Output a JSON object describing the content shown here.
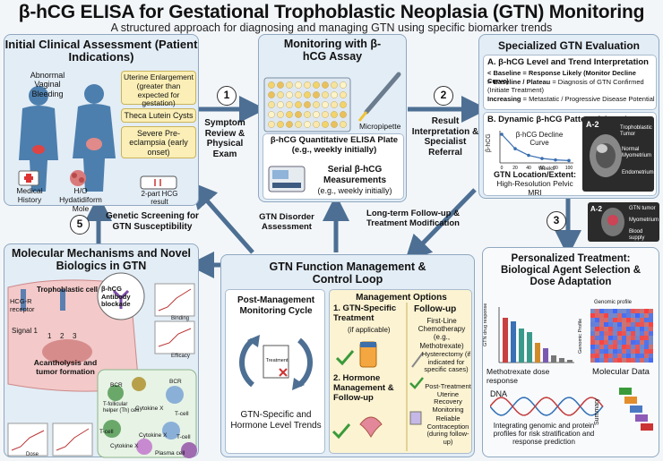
{
  "title": "β-hCG ELISA for Gestational Trophoblastic Neoplasia (GTN) Monitoring",
  "subtitle": "A structured approach for diagnosing and managing GTN using specific biomarker trends",
  "initial": {
    "title": "Initial Clinical Assessment (Patient Indications)",
    "abnormal_bleeding": "Abnormal Vaginal Bleeding",
    "uterine": "Uterine Enlargement (greater than expected for gestation)",
    "theca": "Theca Lutein Cysts",
    "preeclampsia": "Severe Pre-eclampsia (early onset)",
    "medical_history": "Medical History",
    "hydatidiform": "H/O Hydatidiform Mole",
    "hcg_result": "2-part HCG result"
  },
  "monitoring": {
    "title": "Monitoring with β-hCG Assay",
    "micropipette": "Micropipette",
    "plate": "β-hCG Quantitative ELISA Plate (e.g., weekly initially)",
    "serial_title": "Serial β-hCG Measurements",
    "serial_sub": "(e.g., weekly initially)"
  },
  "specialized": {
    "title": "Specialized GTN Evaluation",
    "a_title": "A. β-hCG Level and Trend Interpretation",
    "a_line1": "< Baseline = Response Likely (Monitor Decline Curve)",
    "a_line2_bold": "> Baseline / Plateau",
    "a_line2_rest": " = Diagnosis of GTN Confirmed (Initiate Treatment)",
    "a_line3_bold": "Increasing",
    "a_line3_rest": " = Metastatic / Progressive Disease Potential",
    "b_title": "B. Dynamic β-hCG Pattern & Imaging",
    "decline_curve": "β-hCG Decline Curve",
    "ylabel": "β-hCG",
    "xlabel": "Weeks",
    "ticks": [
      "0",
      "20",
      "40",
      "60",
      "80",
      "100"
    ],
    "location_title": "GTN Location/Extent:",
    "location_sub": "High-Resolution Pelvic MRI",
    "a2": "A-2",
    "a2b": "A-2",
    "troph_tumor": "Trophoblastic Tumor",
    "normal_myo": "Normal Myometrium",
    "endometrium": "Endometrium",
    "gtn_tumor": "GTN tumor",
    "myometrium": "Myometrium",
    "blood_supply": "Blood supply"
  },
  "steps": {
    "n1": "1",
    "n2": "2",
    "n3": "3",
    "n5": "5",
    "step1": "Symptom Review & Physical Exam",
    "step2": "Result Interpretation & Specialist Referral",
    "step5": "Genetic Screening for GTN Susceptibility",
    "disorder": "GTN Disorder Assessment",
    "followup": "Long-term Follow-up & Treatment Modification"
  },
  "molecular": {
    "title": "Molecular Mechanisms and Novel Biologics in GTN",
    "troph_cell": "Trophoblastic cell",
    "hcgr": "HCG-R receptor",
    "antibody": "β-hCG Antibody blockade",
    "signal": "Signal 1",
    "n1": "1",
    "n2": "2",
    "n3": "3",
    "acantholysis": "Acantholysis and tumor formation",
    "bcr1": "BCR",
    "bcr2": "BCR",
    "tfh": "T-follicular helper (Th) cell",
    "cytokine1": "Cytokine X",
    "cytokine2": "Cytokine X",
    "cytokine3": "Cytokine X",
    "tcell1": "T-cell",
    "tcell2": "T-cell",
    "tcell3": "T-cell",
    "plasma": "Plasma cell",
    "dose": "Dose",
    "binding": "Binding",
    "efficacy": "Efficacy"
  },
  "control": {
    "title": "GTN Function Management & Control Loop",
    "cycle_title": "Post-Management Monitoring Cycle",
    "treatment": "Treatment",
    "trends": "GTN-Specific and Hormone Level Trends",
    "options_title": "Management Options",
    "opt1_title": "1. GTN-Specific Treatment",
    "opt1_sub": "(if applicable)",
    "followup_title": "Follow-up",
    "first_line": "First-Line Chemotherapy (e.g., Methotrexate)",
    "hysterectomy": "Hysterectomy (if indicated for specific cases)",
    "opt2_title": "2. Hormone Management & Follow-up",
    "post_treatment": "Post-Treatment Uterine Recovery Monitoring",
    "contraception": "Reliable Contraception (during follow-up)"
  },
  "personalized": {
    "title": "Personalized Treatment: Biological Agent Selection & Dose Adaptation",
    "genomic_profile": "Genomic profile",
    "response_axis": "GTN drug response",
    "genomic_axis": "Genomic Profile",
    "mtx_label": "Methotrexate dose response",
    "molecular_label": "Molecular Data",
    "dna": "DNA",
    "summary": "Summary",
    "integrating": "Integrating genomic and protein profiles for risk stratification and response prediction"
  },
  "colors": {
    "panel_bg": "#e3edf6",
    "panel_border": "#8fa8c0",
    "arrow": "#4d6f93",
    "yellow": "#fbefb7",
    "check": "#3a9a3a"
  }
}
